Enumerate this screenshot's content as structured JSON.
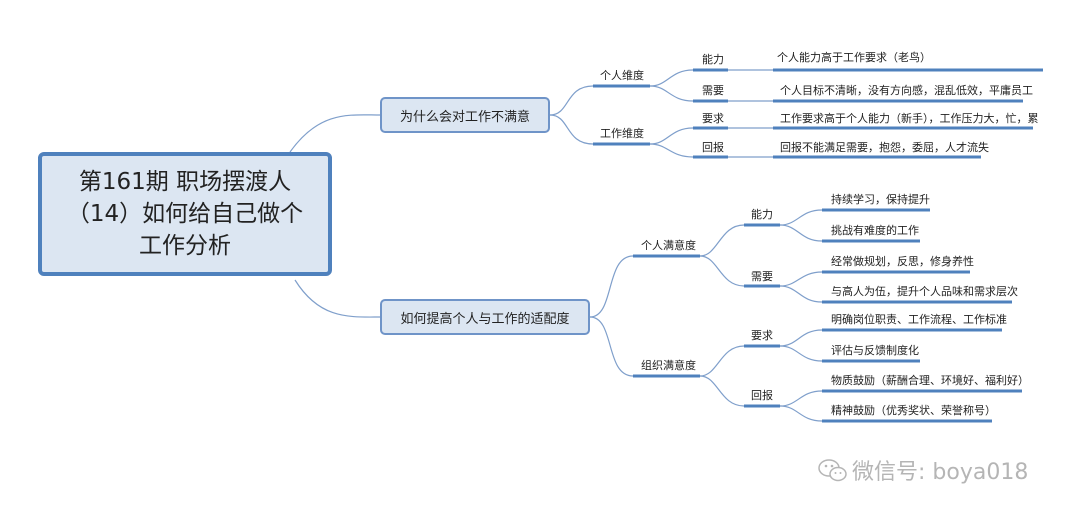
{
  "root": {
    "title": "第161期 职场摆渡人（14）如何给自己做个工作分析"
  },
  "branches": [
    {
      "label": "为什么会对工作不满意",
      "children": [
        {
          "label": "个人维度",
          "children": [
            {
              "label": "能力",
              "leaf": "个人能力高于工作要求（老鸟）"
            },
            {
              "label": "需要",
              "leaf": "个人目标不清晰，没有方向感，混乱低效，平庸员工"
            }
          ]
        },
        {
          "label": "工作维度",
          "children": [
            {
              "label": "要求",
              "leaf": "工作要求高于个人能力（新手），工作压力大，忙，累"
            },
            {
              "label": "回报",
              "leaf": "回报不能满足需要，抱怨，委屈，人才流失"
            }
          ]
        }
      ]
    },
    {
      "label": "如何提高个人与工作的适配度",
      "children": [
        {
          "label": "个人满意度",
          "children": [
            {
              "label": "能力",
              "leaves": [
                "持续学习，保持提升",
                "挑战有难度的工作"
              ]
            },
            {
              "label": "需要",
              "leaves": [
                "经常做规划，反思，修身养性",
                "与高人为伍，提升个人品味和需求层次"
              ]
            }
          ]
        },
        {
          "label": "组织满意度",
          "children": [
            {
              "label": "要求",
              "leaves": [
                "明确岗位职责、工作流程、工作标准",
                "评估与反馈制度化"
              ]
            },
            {
              "label": "回报",
              "leaves": [
                "物质鼓励（薪酬合理、环境好、福利好）",
                "精神鼓励（优秀奖状、荣誉称号）"
              ]
            }
          ]
        }
      ]
    }
  ],
  "watermark": "微信号: boya018",
  "colors": {
    "accent": "#4f81bd",
    "node_fill": "#dce6f2",
    "connector": "#7f9fcb"
  }
}
